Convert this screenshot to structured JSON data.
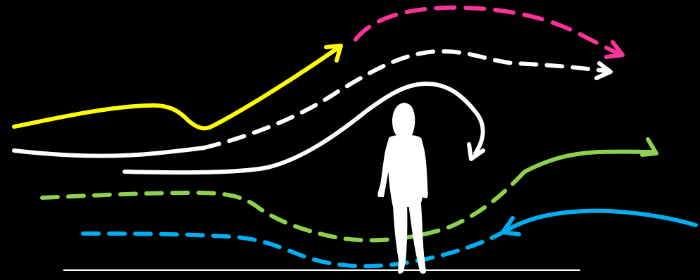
{
  "colors": {
    "background": "#000000",
    "yellow": "#ffff00",
    "pink": "#ff3399",
    "white": "#ffffff",
    "green": "#8ed14e",
    "blue": "#00aeef",
    "figure": "#ffffff",
    "ground": "#ffffff"
  },
  "flows": [
    {
      "id": "yellow-flow",
      "color": "yellow",
      "style": "solid",
      "arrowhead": true
    },
    {
      "id": "pink-flow",
      "color": "pink",
      "style": "dashed",
      "arrowhead": true
    },
    {
      "id": "white-dashed-flow",
      "color": "white",
      "style": "solid-to-dashed",
      "arrowhead": true
    },
    {
      "id": "white-loop-flow",
      "color": "white",
      "style": "solid",
      "arrowhead": true
    },
    {
      "id": "green-flow",
      "color": "green",
      "style": "dashed-to-solid",
      "arrowhead": true
    },
    {
      "id": "blue-flow",
      "color": "blue",
      "style": "solid-to-dashed",
      "arrowhead": true
    }
  ],
  "figure": {
    "icon": "person-silhouette-icon"
  },
  "ground": {
    "icon": "ground-line"
  }
}
